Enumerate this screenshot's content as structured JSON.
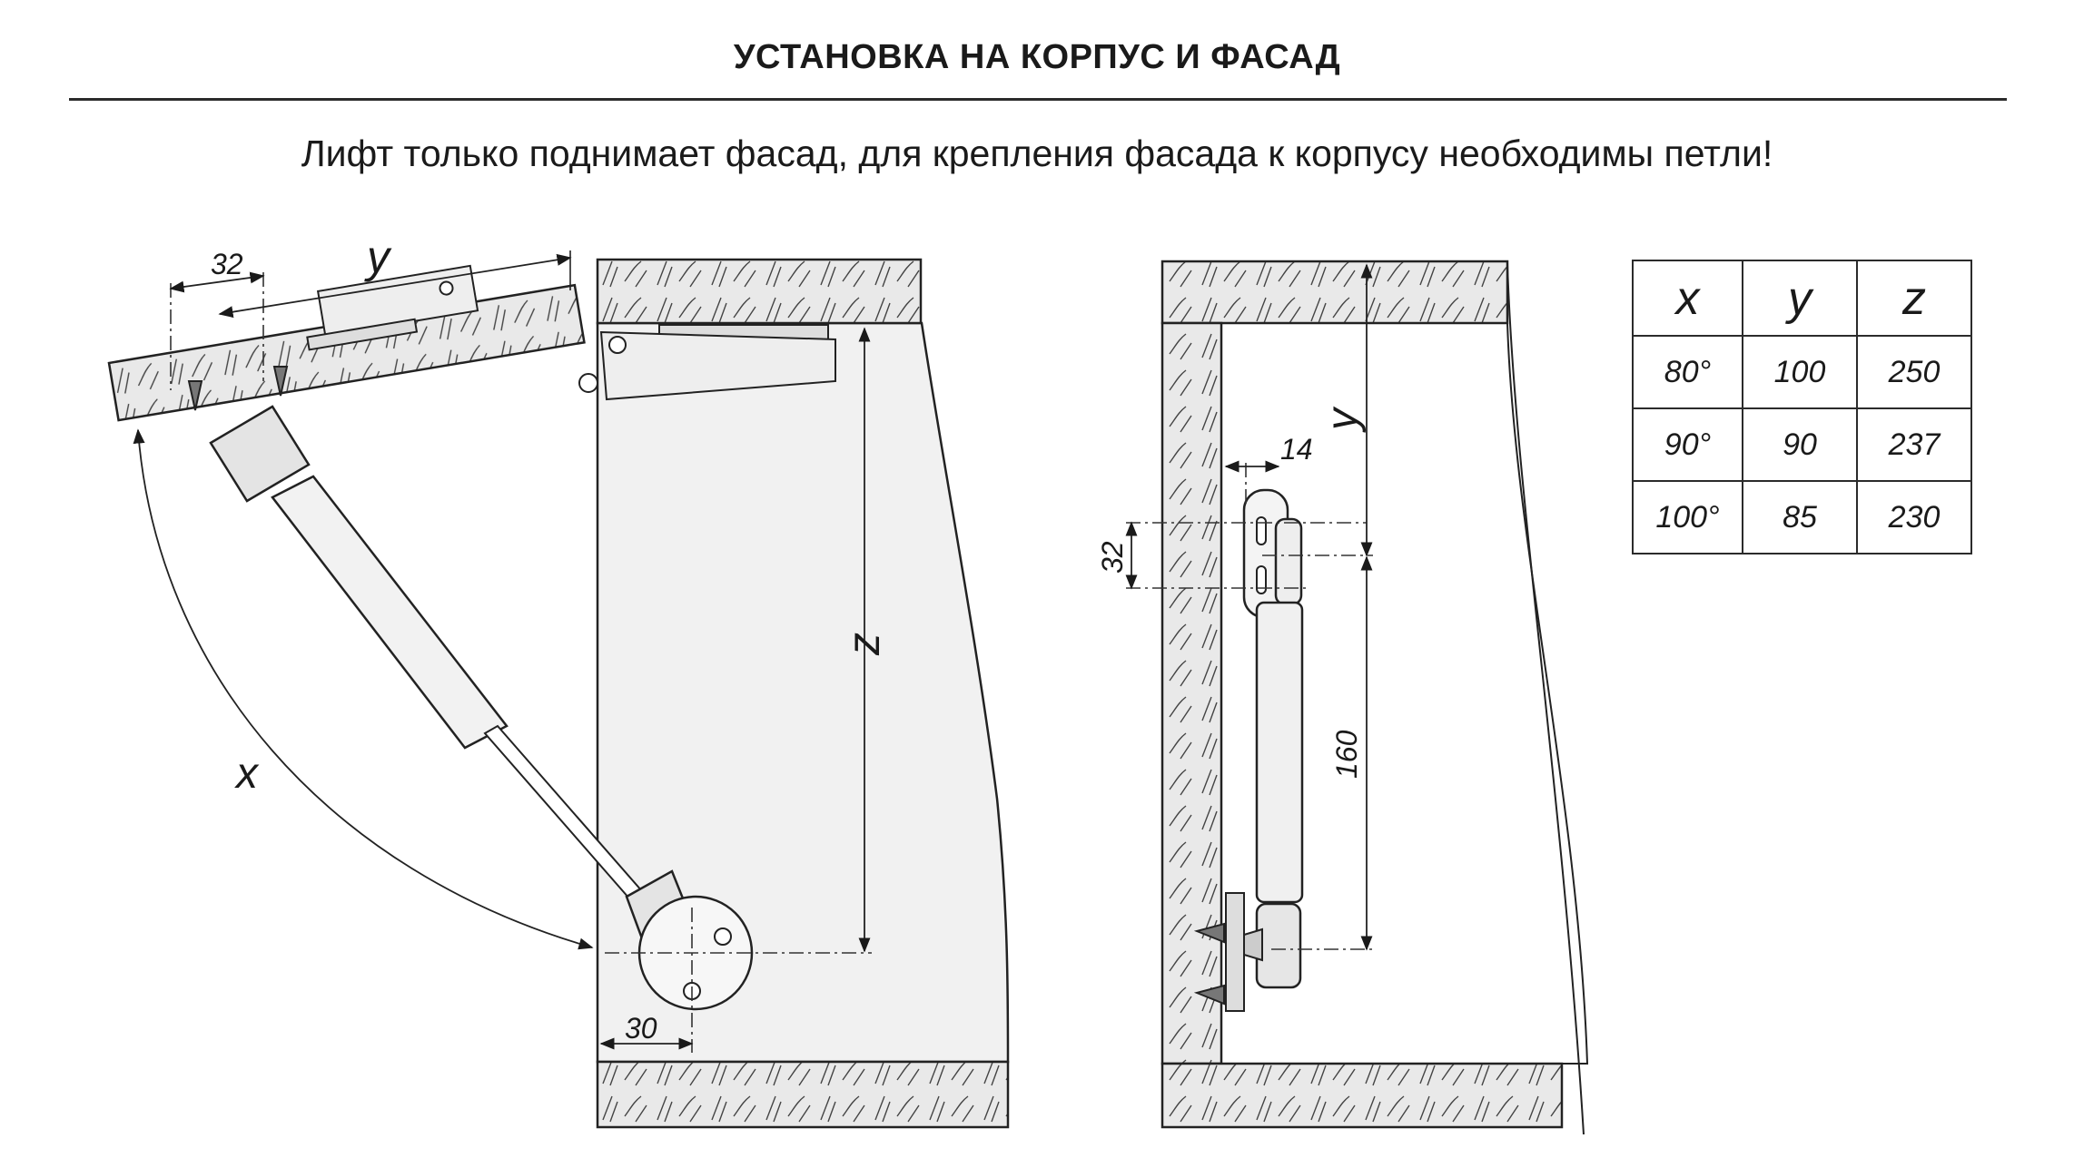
{
  "header": {
    "title": "УСТАНОВКА НА КОРПУС И ФАСАД",
    "notice": "Лифт только поднимает фасад, для крепления фасада к корпусу необходимы петли!"
  },
  "left_diagram": {
    "dim_32": "32",
    "dim_y": "y",
    "dim_z": "z",
    "dim_x": "x",
    "dim_30": "30"
  },
  "right_diagram": {
    "dim_14": "14",
    "dim_32": "32",
    "dim_y": "y",
    "dim_160": "160"
  },
  "table": {
    "headers": [
      "x",
      "y",
      "z"
    ],
    "rows": [
      [
        "80°",
        "100",
        "250"
      ],
      [
        "90°",
        "90",
        "237"
      ],
      [
        "100°",
        "85",
        "230"
      ]
    ]
  }
}
